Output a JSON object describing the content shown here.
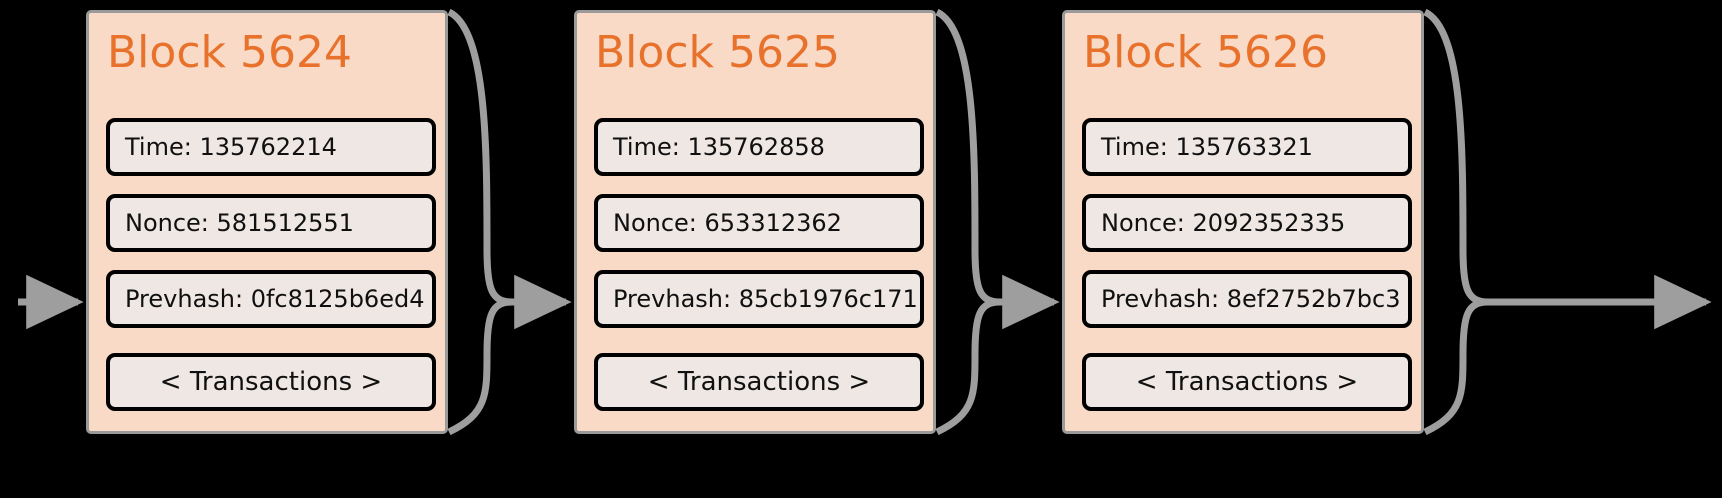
{
  "diagram": {
    "type": "blockchain-chain",
    "background_color": "#000000",
    "block_fill": "#f8dac6",
    "block_border": "#9a9a9a",
    "field_fill": "#efe7e4",
    "field_border": "#000000",
    "title_color": "#e8722c",
    "connector_color": "#9e9e9e",
    "field_labels": {
      "time": "Time:",
      "nonce": "Nonce:",
      "prevhash": "Prevhash:",
      "transactions": "< Transactions >"
    }
  },
  "blocks": [
    {
      "title": "Block 5624",
      "time": "Time: 135762214",
      "nonce": "Nonce: 581512551",
      "prevhash": "Prevhash: 0fc8125b6ed4",
      "transactions": "< Transactions >"
    },
    {
      "title": "Block 5625",
      "time": "Time: 135762858",
      "nonce": "Nonce: 653312362",
      "prevhash": "Prevhash: 85cb1976c171",
      "transactions": "< Transactions >"
    },
    {
      "title": "Block 5626",
      "time": "Time: 135763321",
      "nonce": "Nonce: 2092352335",
      "prevhash": "Prevhash: 8ef2752b7bc3",
      "transactions": "< Transactions >"
    }
  ]
}
